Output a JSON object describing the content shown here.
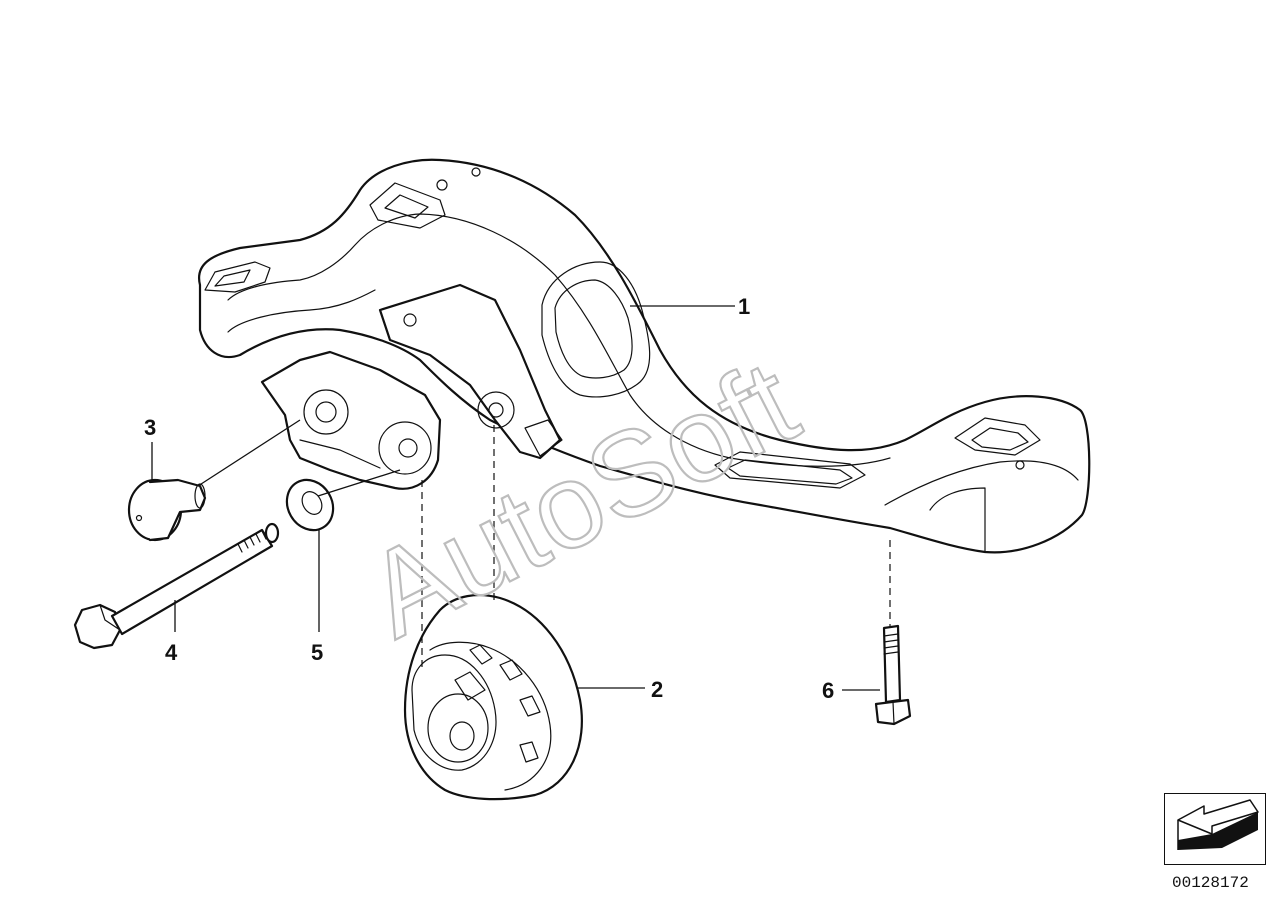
{
  "diagram": {
    "callouts": [
      "1",
      "2",
      "3",
      "4",
      "5",
      "6"
    ],
    "watermark": "AutoSoft",
    "figure_number": "00128172"
  },
  "icons": {
    "nav_arrow": "arrow-back-icon"
  }
}
